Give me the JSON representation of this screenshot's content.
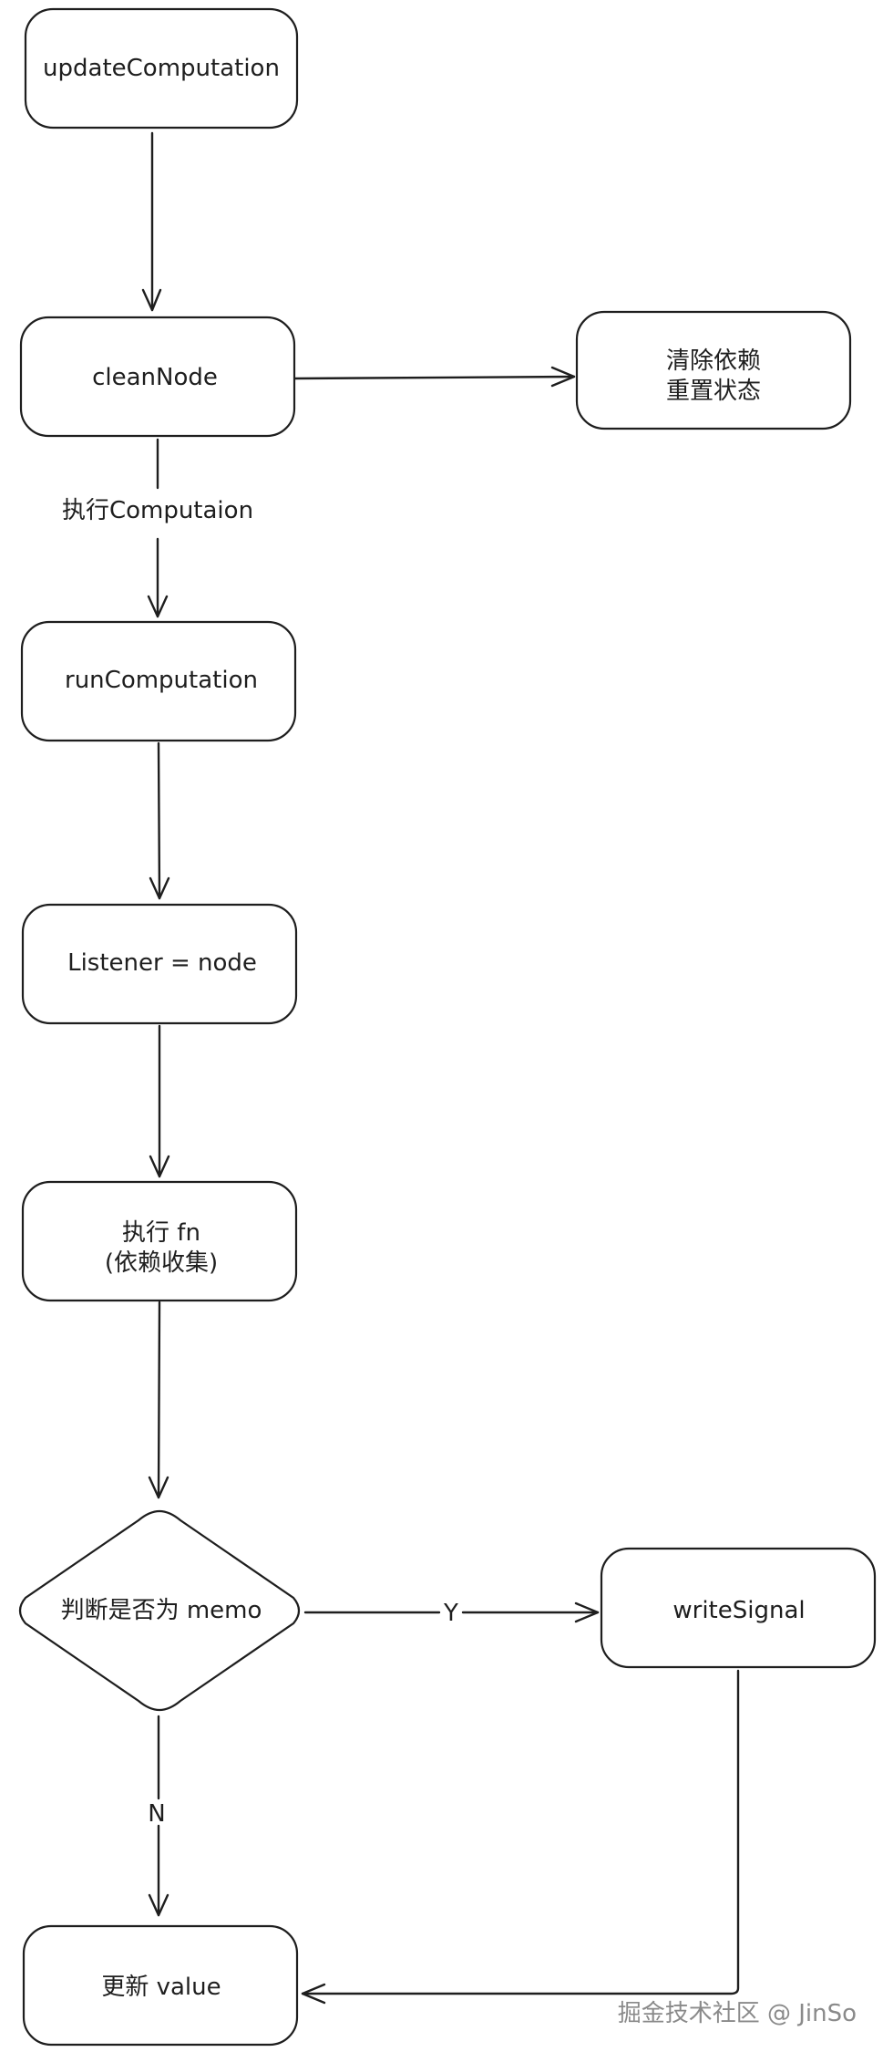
{
  "nodes": {
    "update_computation": {
      "label": "updateComputation"
    },
    "clean_node": {
      "label": "cleanNode"
    },
    "clear_deps": {
      "line1": "清除依赖",
      "line2": "重置状态"
    },
    "run_computation": {
      "label": "runComputation"
    },
    "listener": {
      "label": "Listener = node"
    },
    "exec_fn": {
      "line1": "执行 fn",
      "line2": "(依赖收集)"
    },
    "is_memo": {
      "label": "判断是否为 memo"
    },
    "write_signal": {
      "label": "writeSignal"
    },
    "update_value": {
      "label": "更新 value"
    }
  },
  "edges": {
    "clean_to_run_label": "执行Computaion",
    "memo_yes_label": "Y",
    "memo_no_label": "N"
  },
  "watermark": "掘金技术社区 @ JinSo",
  "colors": {
    "stroke": "#1e1e1e",
    "background": "#ffffff",
    "watermark": "#8a8a8a"
  }
}
